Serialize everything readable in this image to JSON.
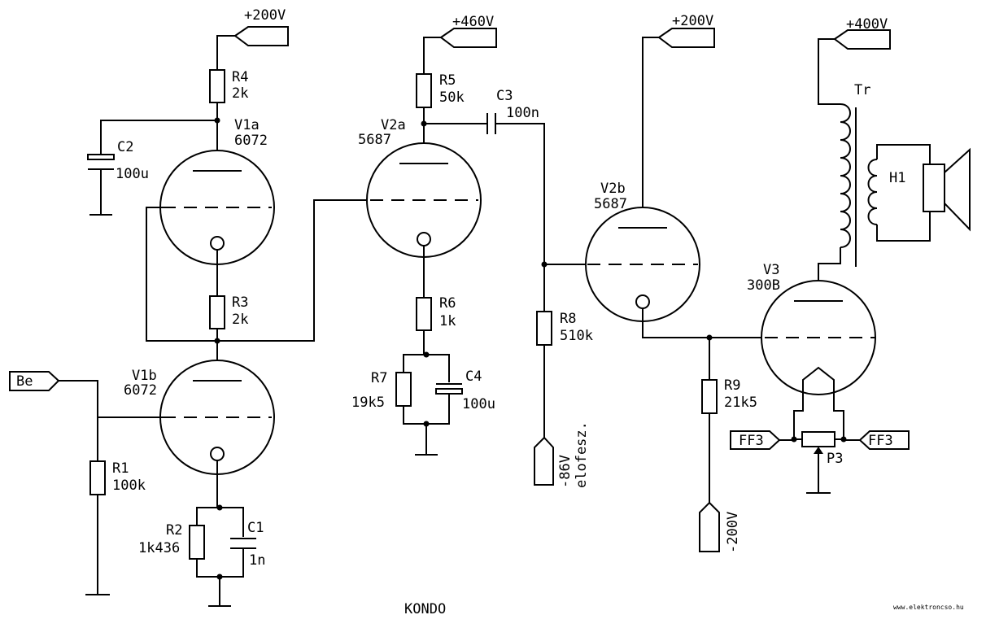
{
  "rails": {
    "v1a_supply": "+200V",
    "v2a_supply": "+460V",
    "v2b_supply": "+200V",
    "v3_supply": "+400V",
    "bias": "-86V",
    "bias_note": "elofesz.",
    "neg_supply": "-200V"
  },
  "ports": {
    "input": "Be",
    "filament_left": "FF3",
    "filament_right": "FF3"
  },
  "tubes": {
    "v1a": {
      "ref": "V1a",
      "type": "6072"
    },
    "v1b": {
      "ref": "V1b",
      "type": "6072"
    },
    "v2a": {
      "ref": "V2a",
      "type": "5687"
    },
    "v2b": {
      "ref": "V2b",
      "type": "5687"
    },
    "v3": {
      "ref": "V3",
      "type": "300B"
    }
  },
  "resistors": {
    "r1": {
      "ref": "R1",
      "value": "100k"
    },
    "r2": {
      "ref": "R2",
      "value": "1k436"
    },
    "r3": {
      "ref": "R3",
      "value": "2k"
    },
    "r4": {
      "ref": "R4",
      "value": "2k"
    },
    "r5": {
      "ref": "R5",
      "value": "50k"
    },
    "r6": {
      "ref": "R6",
      "value": "1k"
    },
    "r7": {
      "ref": "R7",
      "value": "19k5"
    },
    "r8": {
      "ref": "R8",
      "value": "510k"
    },
    "r9": {
      "ref": "R9",
      "value": "21k5"
    }
  },
  "capacitors": {
    "c1": {
      "ref": "C1",
      "value": "1n"
    },
    "c2": {
      "ref": "C2",
      "value": "100u"
    },
    "c3": {
      "ref": "C3",
      "value": "100n"
    },
    "c4": {
      "ref": "C4",
      "value": "100u"
    }
  },
  "pot": {
    "ref": "P3"
  },
  "transformer": {
    "ref": "Tr"
  },
  "speaker": {
    "ref": "H1"
  },
  "title": "KONDO",
  "watermark": "www.elektroncso.hu"
}
